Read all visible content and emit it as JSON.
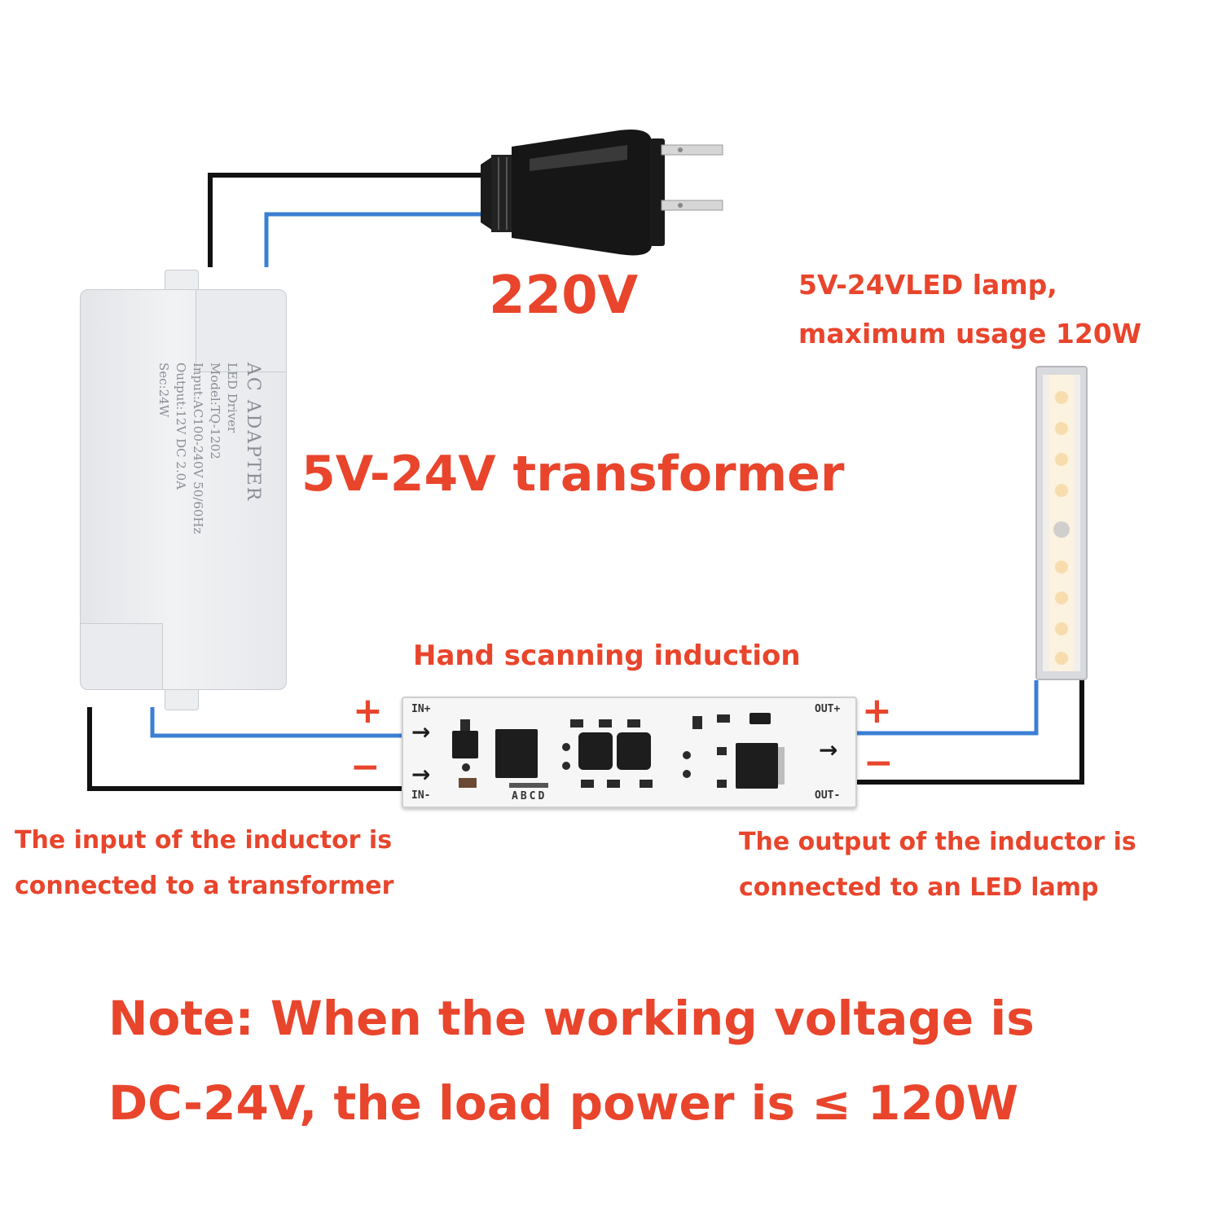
{
  "labels": {
    "supply_voltage": "220V",
    "transformer": "5V-24V transformer",
    "lamp_line1": "5V-24VLED lamp,",
    "lamp_line2": "maximum usage 120W",
    "sensor": "Hand scanning induction",
    "input_line1": "The input of the inductor is",
    "input_line2": "connected to a transformer",
    "output_line1": "The output of the inductor is",
    "output_line2": "connected to an LED lamp",
    "note_line1": "Note: When the working voltage is",
    "note_line2": "DC-24V, the load power is ≤ 120W"
  },
  "polarity": {
    "in_plus": "+",
    "in_minus": "−",
    "out_plus": "+",
    "out_minus": "−"
  },
  "adapter_label": {
    "title": "AC ADAPTER",
    "line1": "LED Driver",
    "line2": "Model:TQ-1202",
    "line3": "Input:AC100-240V 50/60Hz",
    "line4": "Output:12V DC 2.0A",
    "line5": "Sec:24W"
  },
  "pcb_labels": {
    "in_plus": "IN+",
    "in_minus": "IN-",
    "out_plus": "OUT+",
    "out_minus": "OUT-",
    "jumpers": "ABCD"
  },
  "colors": {
    "label_red": "#e8452c",
    "wire_black": "#111111",
    "wire_blue": "#3b7fd4"
  }
}
